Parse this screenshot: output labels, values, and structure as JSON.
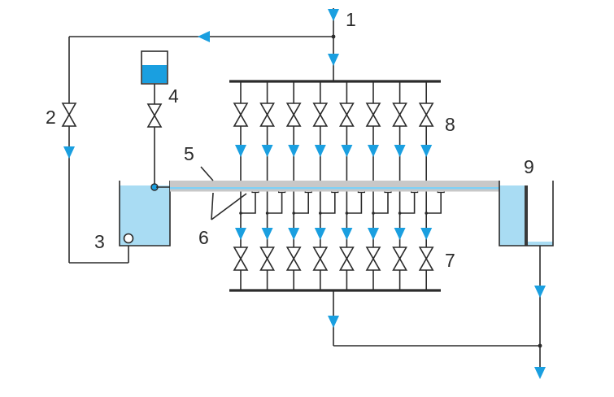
{
  "labels": {
    "feed": "1",
    "bypass_valve": "2",
    "pump": "3",
    "dosing_tank": "4",
    "pipe": "5",
    "nozzles": "6",
    "outlet_valves": "7",
    "inlet_valves": "8",
    "overflow_tank": "9"
  },
  "branch_count": 8,
  "colors": {
    "arrow": "#1a9fe0",
    "water": "#a9dcf3",
    "dosing_fluid": "#1a9fe0",
    "line": "#2b2b2b"
  }
}
